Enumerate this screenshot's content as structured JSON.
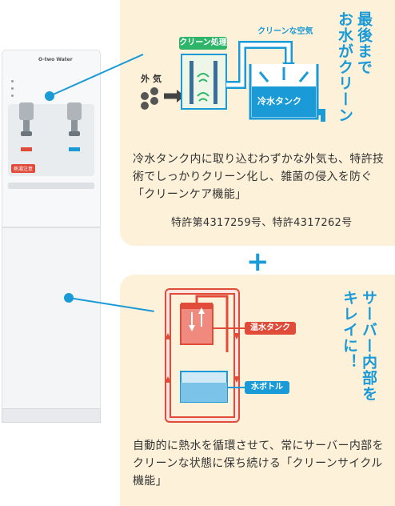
{
  "server": {
    "brand": "O-two Water",
    "hot_badge": "熱湯注意"
  },
  "top_panel": {
    "heading": "最後まで お水がクリーン",
    "heading_line1": "最後まで",
    "heading_line2": "お水がクリーン",
    "clean_air_label": "クリーンな空気",
    "clean_process_label": "クリーン処理",
    "outside_air_label": "外気",
    "cold_tank_label": "冷水タンク",
    "description": "冷水タンク内に取り込むわずかな外気も、特許技術でしっかりクリーン化し、雑菌の侵入を防ぐ「クリーンケア機能」",
    "patent": "特許第4317259号、特許4317262号"
  },
  "plus_sign": "+",
  "bottom_panel": {
    "heading_line1": "サーバー内部を",
    "heading_line2": "キレイに！",
    "hot_tank_label": "温水タンク",
    "water_bottle_label": "水ボトル",
    "description": "自動的に熱水を循環させて、常にサーバー内部をクリーンな状態に保ち続ける「クリーンサイクル機能」"
  },
  "colors": {
    "accent_blue": "#1a9ad6",
    "panel_bg": "#fdf1d9",
    "green": "#2fb56a",
    "red": "#e04b3a"
  }
}
